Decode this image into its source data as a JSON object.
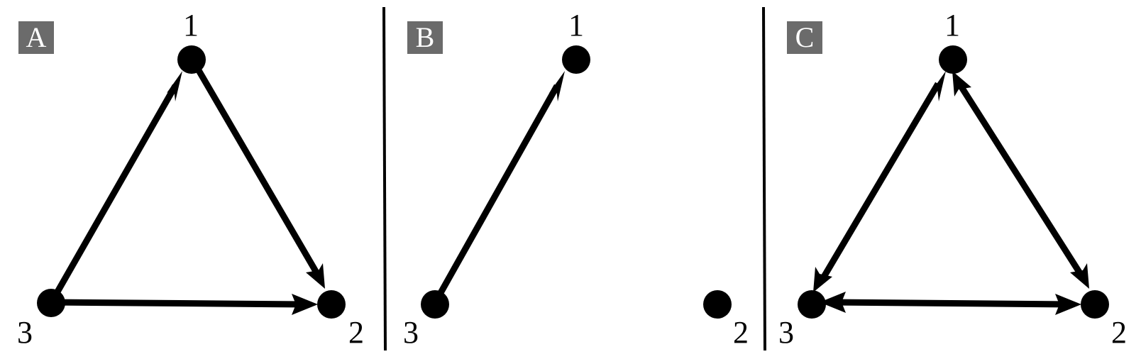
{
  "panels": [
    {
      "label": "A",
      "nodes": {
        "n1": "1",
        "n2": "2",
        "n3": "3"
      },
      "edges": [
        {
          "from": "3",
          "to": "1",
          "direction": "forward"
        },
        {
          "from": "1",
          "to": "2",
          "direction": "forward"
        },
        {
          "from": "3",
          "to": "2",
          "direction": "forward"
        }
      ]
    },
    {
      "label": "B",
      "nodes": {
        "n1": "1",
        "n2": "2",
        "n3": "3"
      },
      "edges": [
        {
          "from": "3",
          "to": "1",
          "direction": "forward"
        }
      ]
    },
    {
      "label": "C",
      "nodes": {
        "n1": "1",
        "n2": "2",
        "n3": "3"
      },
      "edges": [
        {
          "from": "3",
          "to": "1",
          "direction": "both"
        },
        {
          "from": "1",
          "to": "2",
          "direction": "both"
        },
        {
          "from": "3",
          "to": "2",
          "direction": "both"
        }
      ]
    }
  ],
  "colors": {
    "stroke": "#000000",
    "label_bg": "#6b6b6b",
    "label_text": "#ffffff"
  }
}
